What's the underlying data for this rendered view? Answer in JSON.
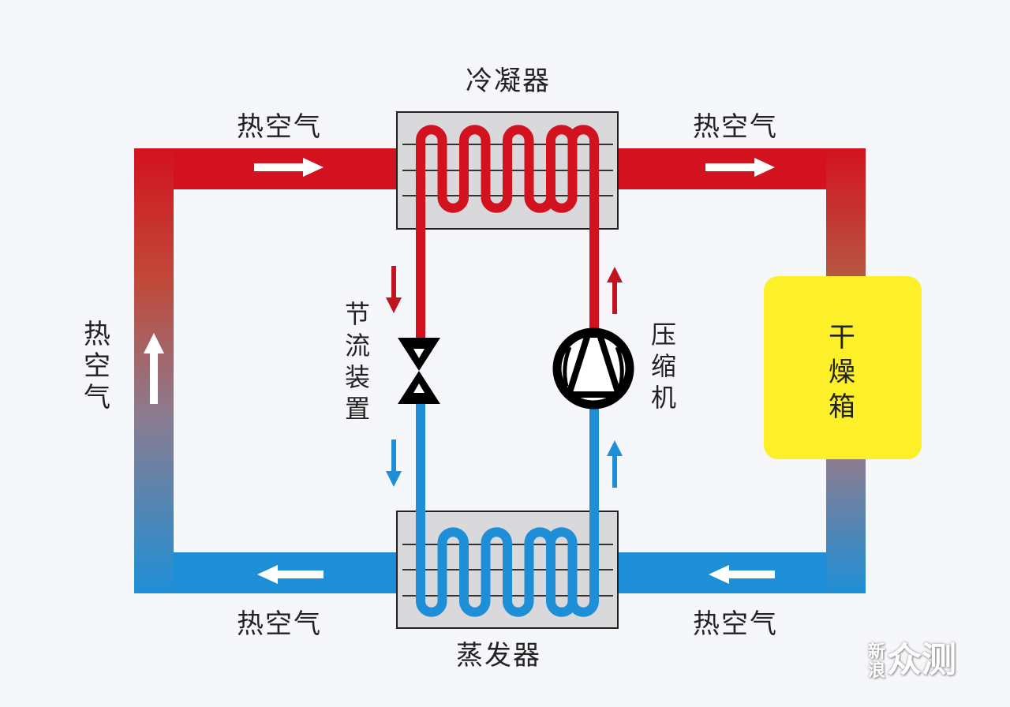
{
  "title_condenser": "冷凝器",
  "title_evaporator": "蒸发器",
  "hot_air_top_left": "热空气",
  "hot_air_top_right": "热空气",
  "hot_air_bottom_left": "热空气",
  "hot_air_bottom_right": "热空气",
  "hot_air_left": "热空气",
  "throttle": "节流装置",
  "compressor": "压缩机",
  "dryer": "干燥箱",
  "watermark": {
    "small": "新浪",
    "big": "众测"
  },
  "colors": {
    "hot": "#d3121f",
    "cold": "#1e8fd6",
    "dryer": "#fdf028",
    "box": "#d9d9dc"
  }
}
